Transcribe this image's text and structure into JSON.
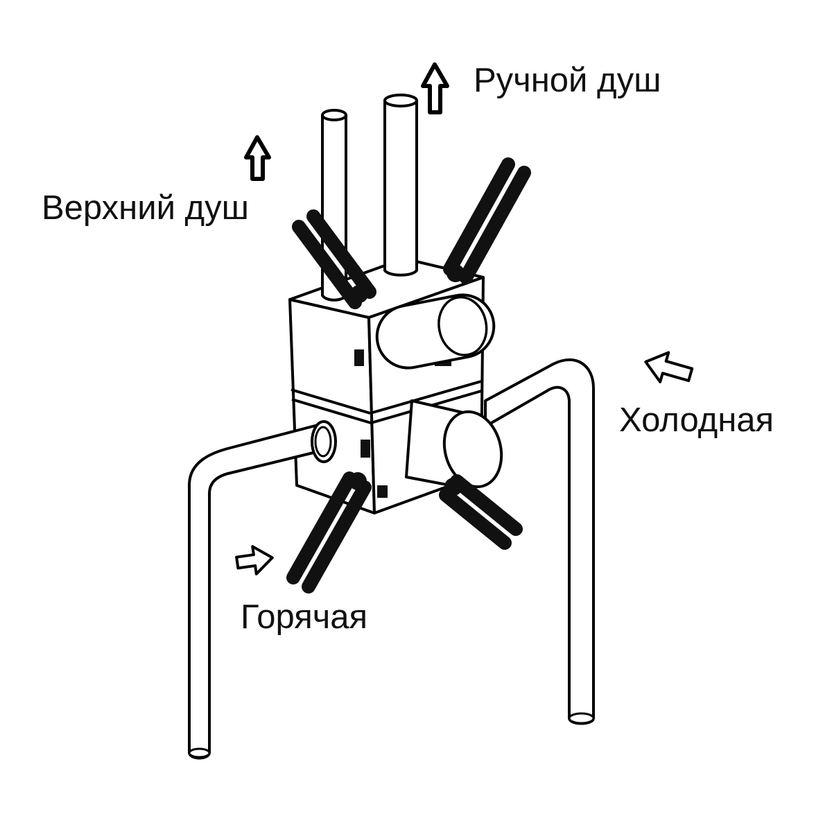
{
  "diagram": {
    "labels": {
      "hand_shower": "Ручной душ",
      "overhead_shower": "Верхний душ",
      "cold_supply": "Холодная",
      "hot_supply": "Горячая"
    },
    "flow_arrows": [
      {
        "for": "hand_shower",
        "direction": "up"
      },
      {
        "for": "overhead_shower",
        "direction": "up"
      },
      {
        "for": "cold_supply",
        "direction": "left-down"
      },
      {
        "for": "hot_supply",
        "direction": "right"
      }
    ],
    "colors": {
      "background": "#ffffff",
      "line": "#000000",
      "lever": "#111111",
      "text": "#111111"
    }
  }
}
